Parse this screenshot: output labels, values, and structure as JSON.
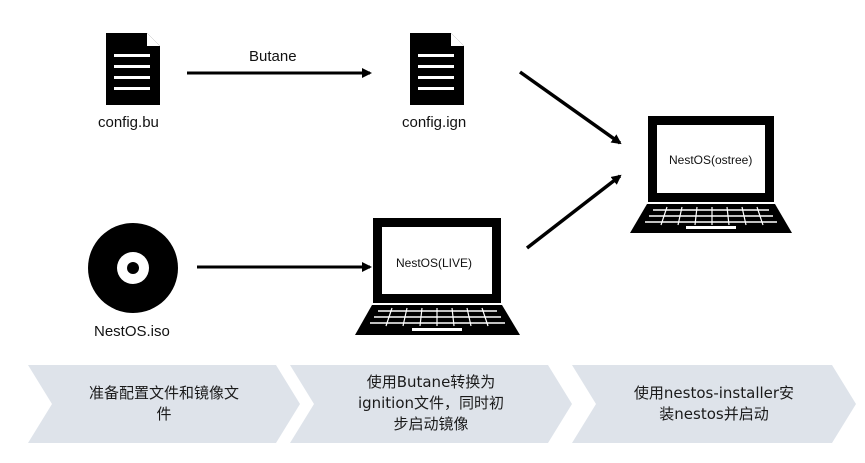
{
  "files": {
    "config_bu": {
      "label": "config.bu",
      "icon": "document-icon"
    },
    "config_ign": {
      "label": "config.ign",
      "icon": "document-icon"
    },
    "iso": {
      "label": "NestOS.iso",
      "icon": "disc-icon"
    }
  },
  "arrows": {
    "butane_label": "Butane"
  },
  "computers": {
    "live": {
      "screen_text": "NestOS(LIVE)",
      "icon": "laptop-icon"
    },
    "installed": {
      "screen_text": "NestOS(ostree)",
      "icon": "laptop-icon"
    }
  },
  "steps": [
    {
      "line1": "准备配置文件和镜像文",
      "line2": "件"
    },
    {
      "line1": "使用Butane转换为",
      "line2": "ignition文件，同时初",
      "line3": "步启动镜像"
    },
    {
      "line1": "使用nestos-installer安",
      "line2": "装nestos并启动"
    }
  ],
  "colors": {
    "step_fill": "#dee3ea",
    "ink": "#000000"
  }
}
